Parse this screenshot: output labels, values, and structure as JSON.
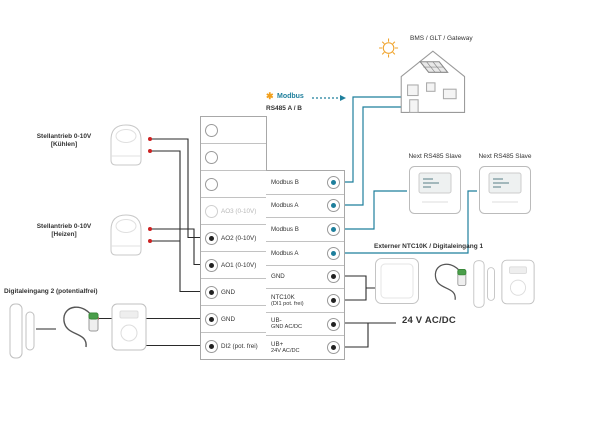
{
  "diagram": {
    "left": {
      "actuator_cool": {
        "line1": "Stellantrieb 0-10V",
        "line2": "[Kühlen]"
      },
      "actuator_heat": {
        "line1": "Stellantrieb 0-10V",
        "line2": "[Heizen]"
      },
      "digital_input": "Digitaleingang 2 (potentialfrei)"
    },
    "terminal_block": {
      "left_rows": [
        {
          "label": ""
        },
        {
          "label": ""
        },
        {
          "label": ""
        },
        {
          "label": "AO3 (0-10V)"
        },
        {
          "label": "AO2 (0-10V)"
        },
        {
          "label": "AO1 (0-10V)"
        },
        {
          "label": "GND"
        },
        {
          "label": "GND"
        },
        {
          "label": "DI2 (pot. frei)"
        }
      ],
      "right_rows": [
        {
          "label": "Modbus B",
          "sub": ""
        },
        {
          "label": "Modbus A",
          "sub": ""
        },
        {
          "label": "Modbus B",
          "sub": ""
        },
        {
          "label": "Modbus A",
          "sub": ""
        },
        {
          "label": "GND",
          "sub": ""
        },
        {
          "label": "NTC10K",
          "sub": "(DI1 pot. frei)"
        },
        {
          "label": "UB-",
          "sub": "GND AC/DC"
        },
        {
          "label": "UB+",
          "sub": "24V AC/DC"
        }
      ]
    },
    "top": {
      "modbus_star": "✱",
      "modbus_logo": "Modbus",
      "rs485": "RS485 A / B",
      "bms": "BMS / GLT / Gateway"
    },
    "right": {
      "next_slave_1": "Next RS485 Slave",
      "next_slave_2": "Next RS485 Slave",
      "external": "Externer NTC10K / Digitaleingang 1",
      "power": "24 V AC/DC"
    },
    "colors": {
      "wire_blue": "#1e7f9c",
      "wire_black": "#2a2a2a",
      "modbus_orange": "#f2a01d",
      "connector_red": "#cc2222",
      "disabled_gray": "#b8b8b8"
    }
  }
}
